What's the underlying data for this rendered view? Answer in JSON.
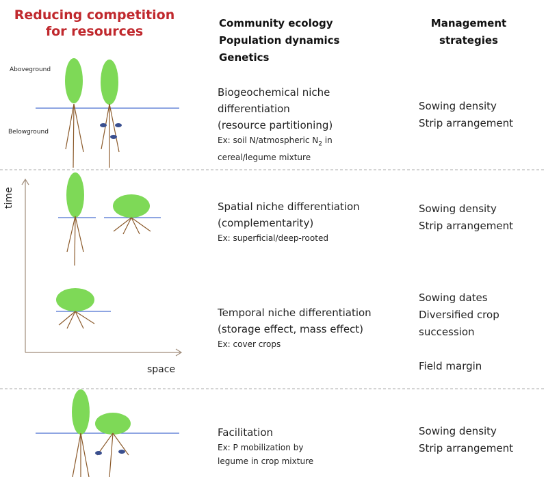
{
  "title": {
    "line1": "Reducing competition",
    "line2": "for resources"
  },
  "headers": {
    "col2_line1": "Community ecology",
    "col2_line2": "Population dynamics",
    "col2_line3": "Genetics",
    "col3_line1": "Management",
    "col3_line2": "strategies"
  },
  "labels": {
    "aboveground": "Aboveground",
    "belowground": "Belowground",
    "time_axis": "time",
    "space_axis": "space"
  },
  "rows": [
    {
      "desc": [
        "Biogeochemical niche",
        "differentiation",
        "(resource partitioning)"
      ],
      "example": "Ex: soil N/atmospheric N",
      "example_sub": "2",
      "example_tail": " in",
      "example2": "cereal/legume mixture",
      "management": [
        "Sowing density",
        "Strip arrangement"
      ]
    },
    {
      "desc": [
        "Spatial niche differentiation",
        "(complementarity)"
      ],
      "example": "Ex: superficial/deep-rooted",
      "management": [
        "Sowing density",
        "Strip arrangement"
      ]
    },
    {
      "desc": [
        "Temporal niche differentiation",
        "(storage effect, mass effect)"
      ],
      "example": "Ex: cover crops",
      "management": [
        "Sowing dates",
        "Diversified crop",
        "succession",
        "Field margin"
      ]
    },
    {
      "desc": [
        "Facilitation"
      ],
      "example": "Ex: P mobilization by",
      "example2": "legume in crop mixture",
      "management": [
        "Sowing density",
        "Strip arrangement"
      ]
    }
  ],
  "colors": {
    "title": "#c0282d",
    "foliage": "#7ed957",
    "ground_line": "#4a6fd0",
    "roots": "#8b5a2b",
    "nodules": "#3a4f8f",
    "divider": "#aaaaaa",
    "axis": "#a08c7a"
  }
}
